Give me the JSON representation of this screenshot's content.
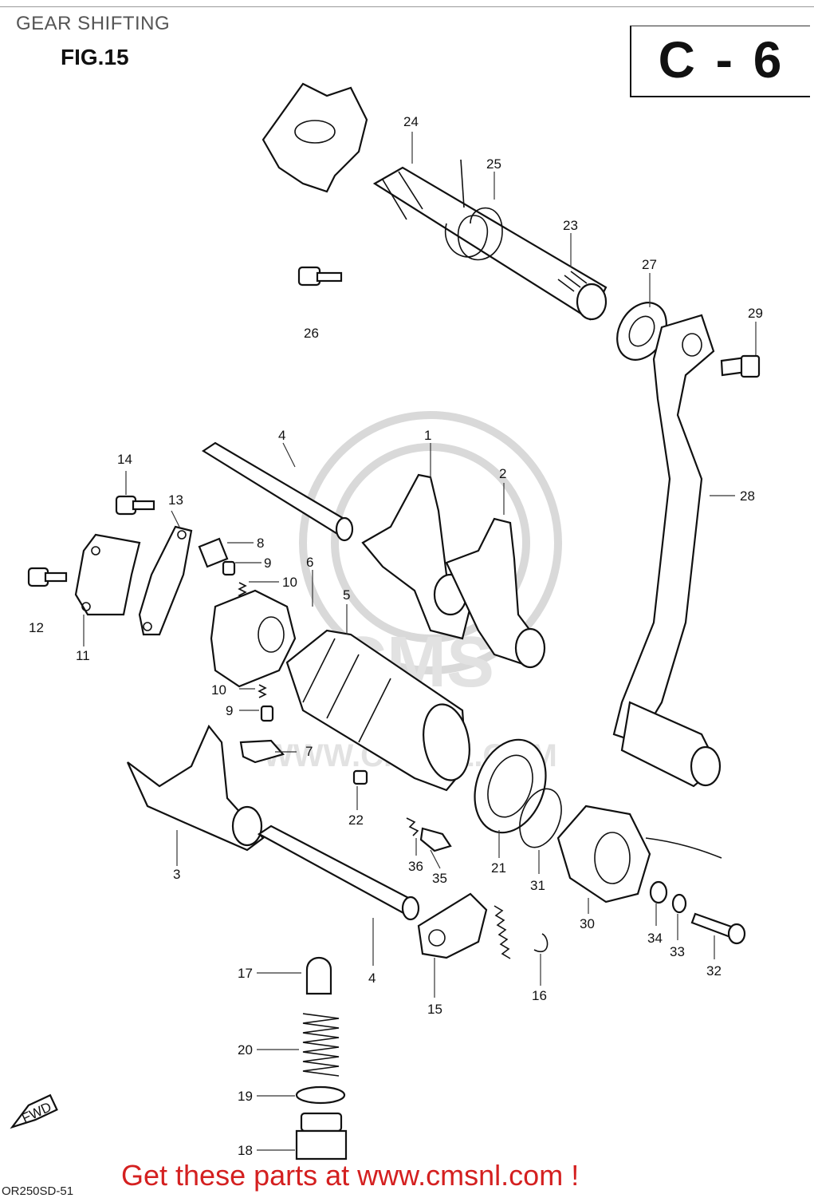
{
  "header": {
    "title": "GEAR SHIFTING",
    "figure": "FIG.15",
    "section": "C - 6"
  },
  "callouts": [
    {
      "id": "c1",
      "text": "1"
    },
    {
      "id": "c2",
      "text": "2"
    },
    {
      "id": "c3",
      "text": "3"
    },
    {
      "id": "c4a",
      "text": "4"
    },
    {
      "id": "c4b",
      "text": "4"
    },
    {
      "id": "c5",
      "text": "5"
    },
    {
      "id": "c6",
      "text": "6"
    },
    {
      "id": "c7",
      "text": "7"
    },
    {
      "id": "c8",
      "text": "8"
    },
    {
      "id": "c9a",
      "text": "9"
    },
    {
      "id": "c9b",
      "text": "9"
    },
    {
      "id": "c10a",
      "text": "10"
    },
    {
      "id": "c10b",
      "text": "10"
    },
    {
      "id": "c11",
      "text": "11"
    },
    {
      "id": "c12",
      "text": "12"
    },
    {
      "id": "c13",
      "text": "13"
    },
    {
      "id": "c14",
      "text": "14"
    },
    {
      "id": "c15",
      "text": "15"
    },
    {
      "id": "c16",
      "text": "16"
    },
    {
      "id": "c17",
      "text": "17"
    },
    {
      "id": "c18",
      "text": "18"
    },
    {
      "id": "c19",
      "text": "19"
    },
    {
      "id": "c20",
      "text": "20"
    },
    {
      "id": "c21",
      "text": "21"
    },
    {
      "id": "c22",
      "text": "22"
    },
    {
      "id": "c23",
      "text": "23"
    },
    {
      "id": "c24",
      "text": "24"
    },
    {
      "id": "c25",
      "text": "25"
    },
    {
      "id": "c26",
      "text": "26"
    },
    {
      "id": "c27",
      "text": "27"
    },
    {
      "id": "c28",
      "text": "28"
    },
    {
      "id": "c29",
      "text": "29"
    },
    {
      "id": "c30",
      "text": "30"
    },
    {
      "id": "c31",
      "text": "31"
    },
    {
      "id": "c32",
      "text": "32"
    },
    {
      "id": "c33",
      "text": "33"
    },
    {
      "id": "c34",
      "text": "34"
    },
    {
      "id": "c35",
      "text": "35"
    },
    {
      "id": "c36",
      "text": "36"
    }
  ],
  "fwd_tag": "FWD",
  "watermark": {
    "brand": "CMS",
    "url": "WWW.CMSNL.COM"
  },
  "footer": {
    "link_text": "Get these parts at www.cmsnl.com !",
    "drawing_code": "OR250SD-51"
  },
  "colors": {
    "link": "#d42020",
    "ink": "#111111",
    "watermark": "#d9d9d9"
  }
}
